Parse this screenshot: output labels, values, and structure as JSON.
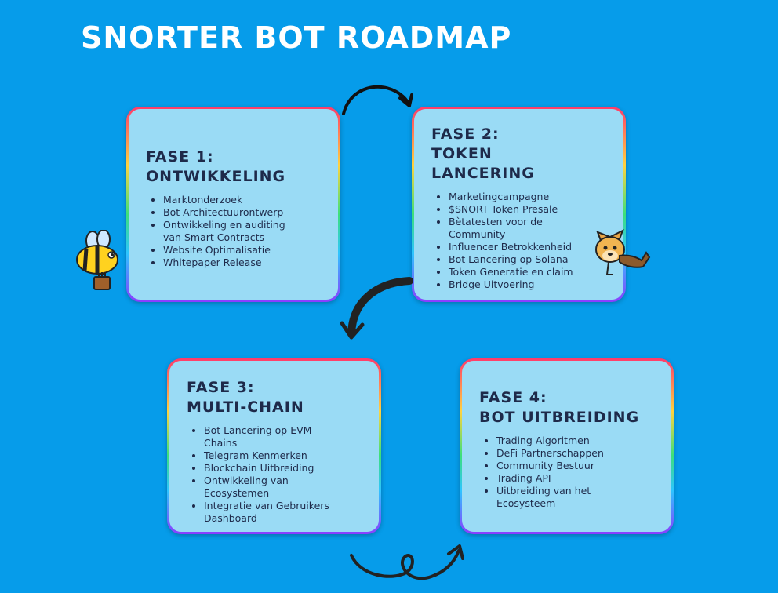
{
  "title": "SNORTER BOT ROADMAP",
  "phases": [
    {
      "heading_line1": "FASE 1:",
      "heading_line2": "ONTWIKKELING",
      "items": [
        "Marktonderzoek",
        "Bot Architectuurontwerp",
        "Ontwikkeling en auditing van Smart Contracts",
        "Website Optimalisatie",
        "Whitepaper Release"
      ]
    },
    {
      "heading_line1": "FASE 2:",
      "heading_line2": "TOKEN",
      "heading_line3": "LANCERING",
      "items": [
        "Marketingcampagne",
        "$SNORT Token Presale",
        "Bètatesten voor de Community",
        "Influencer Betrokkenheid",
        "Bot Lancering op Solana",
        "Token Generatie en claim",
        "Bridge Uitvoering"
      ]
    },
    {
      "heading_line1": "FASE 3:",
      "heading_line2": "MULTI-CHAIN",
      "items": [
        "Bot Lancering op EVM Chains",
        "Telegram Kenmerken",
        "Blockchain Uitbreiding",
        "Ontwikkeling van Ecosystemen",
        "Integratie van Gebruikers Dashboard"
      ]
    },
    {
      "heading_line1": "FASE 4:",
      "heading_line2": "BOT UITBREIDING",
      "items": [
        "Trading Algoritmen",
        "DeFi Partnerschappen",
        "Community Bestuur",
        "Trading API",
        "Uitbreiding van het Ecosysteem"
      ]
    }
  ],
  "icons": {
    "bee": "bee-mascot-icon",
    "dog": "dog-mascot-icon",
    "arrow": "curved-arrow-icon"
  },
  "colors": {
    "background": "#069cea",
    "card": "#9adbf5",
    "heading": "#1e2a4a",
    "title": "#ffffff"
  }
}
